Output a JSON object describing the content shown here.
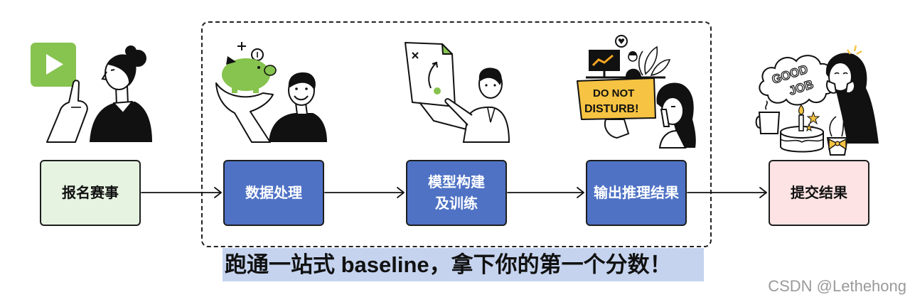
{
  "steps": [
    {
      "lines": [
        "报名赛事"
      ],
      "fill": "#e5f3e0",
      "text_color": "#111111"
    },
    {
      "lines": [
        "数据处理"
      ],
      "fill": "#4f72c5",
      "text_color": "#ffffff"
    },
    {
      "lines": [
        "模型构建",
        "及训练"
      ],
      "fill": "#4f72c5",
      "text_color": "#ffffff"
    },
    {
      "lines": [
        "输出推理结果"
      ],
      "fill": "#4f72c5",
      "text_color": "#ffffff"
    },
    {
      "lines": [
        "提交结果"
      ],
      "fill": "#fde3e3",
      "text_color": "#111111"
    }
  ],
  "illustrations": {
    "sign": [
      "DO NOT",
      "DISTURB!"
    ],
    "cloud": [
      "GOOD",
      "JOB"
    ],
    "icons": [
      "play-icon",
      "piggy-bank-icon",
      "document-icon",
      "monitor-icon",
      "cake-icon"
    ]
  },
  "accent_colors": {
    "green": "#86c34f",
    "yellow": "#f6c342",
    "orange": "#f6a623"
  },
  "tagline": {
    "text": "跑通一站式 baseline，拿下你的第一个分数！",
    "highlight": "#c5d3ee"
  },
  "watermark": "CSDN @Lethehong"
}
